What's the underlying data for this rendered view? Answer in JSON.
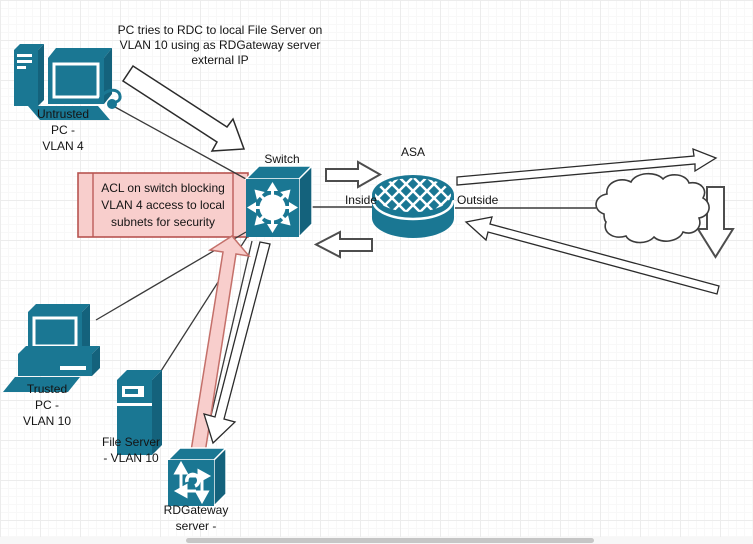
{
  "colors": {
    "node_fill": "#1A7793",
    "node_side": "#14627C",
    "note_fill": "#F8CECC",
    "note_stroke": "#B85450",
    "arrow_fill": "#FFFFFF",
    "arrow_stroke": "#444444",
    "line": "#3A3A3A",
    "grid_major": "#ECECEC",
    "grid_minor": "#F8F8F8",
    "scroll_thumb": "#C6C6C6"
  },
  "top_note": {
    "lines": [
      "PC tries to RDC to local File Server on",
      "VLAN 10 using as RDGateway server",
      "external IP"
    ]
  },
  "acl_note": {
    "lines": [
      "ACL on switch blocking",
      "VLAN 4 access to local",
      "subnets for security"
    ]
  },
  "nodes": {
    "untrusted_pc": {
      "icon": "desktop-pc-icon",
      "lines": [
        "Untrusted",
        "PC -",
        "VLAN 4"
      ]
    },
    "switch": {
      "icon": "switch-icon",
      "label": "Switch"
    },
    "asa": {
      "icon": "asa-firewall-icon",
      "label": "ASA"
    },
    "trusted_pc": {
      "icon": "desktop-pc-icon",
      "lines": [
        "Trusted",
        "PC -",
        "VLAN 10"
      ]
    },
    "file_server": {
      "icon": "server-icon",
      "lines": [
        "File Server",
        "- VLAN 10"
      ]
    },
    "rdgateway": {
      "icon": "router-icon",
      "lines": [
        "RDGateway",
        "server -"
      ]
    },
    "internet": {
      "icon": "cloud-icon"
    }
  },
  "interfaces": {
    "inside": "Inside",
    "outside": "Outside"
  }
}
